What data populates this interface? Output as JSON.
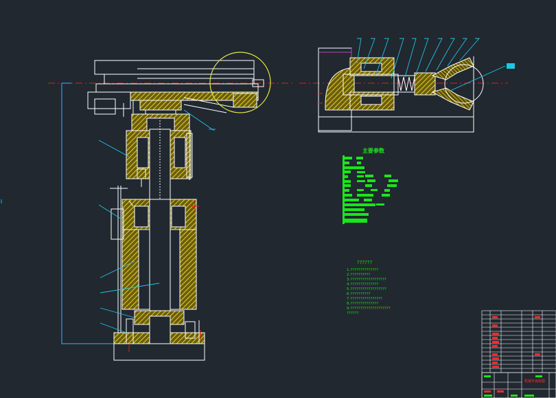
{
  "colors": {
    "background": "#212830",
    "outline": "#ffffff",
    "hatch": "#d8c21a",
    "centerline": "#e02020",
    "leader": "#22c4e6",
    "text": "#19e619",
    "highlight": "#e8e840",
    "title_red": "#ff2a2a",
    "magenta": "#c040c0"
  },
  "params_table": {
    "title": "主要参数"
  },
  "notes": {
    "title": "??????",
    "lines": [
      "1.??????????????",
      "2.??????????",
      "3.??????????????????",
      "4.??????????????",
      "5.??????????????????",
      "6.??????????",
      "7.????????????????",
      "8.??????????????",
      "9.????????????????????",
      "??????"
    ]
  },
  "title_block": {
    "drawing_name": "机械手装配图"
  }
}
